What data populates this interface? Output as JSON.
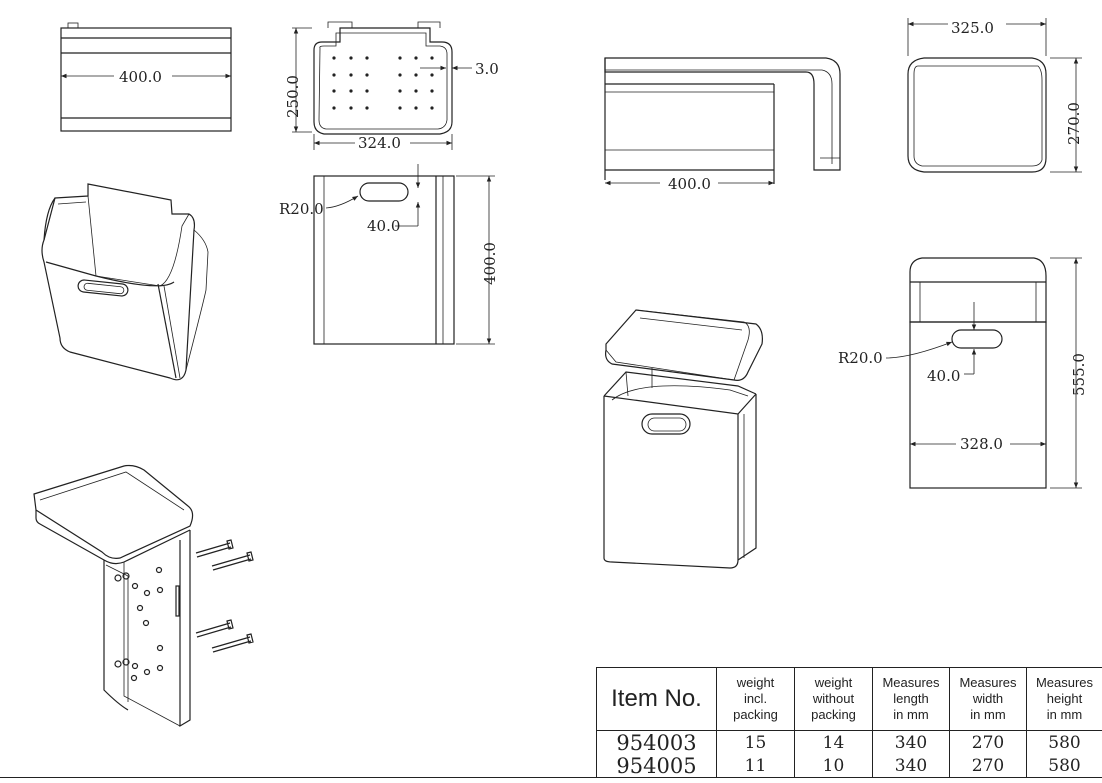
{
  "dimensions": {
    "top_width": "400.0",
    "lid_height": "250.0",
    "lid_width": "324.0",
    "lid_thickness": "3.0",
    "slot_radius_left": "R20.0",
    "slot_width_left": "40.0",
    "bin_height": "400.0",
    "side_length": "400.0",
    "top_depth": "325.0",
    "top_height": "270.0",
    "slot_radius_right": "R20.0",
    "slot_width_right": "40.0",
    "front_width": "328.0",
    "total_height": "555.0"
  },
  "table": {
    "headers": [
      {
        "lines": [
          "Item No."
        ]
      },
      {
        "lines": [
          "weight",
          "incl.",
          "packing"
        ]
      },
      {
        "lines": [
          "weight",
          "without",
          "packing"
        ]
      },
      {
        "lines": [
          "Measures",
          "length",
          "in mm"
        ]
      },
      {
        "lines": [
          "Measures",
          "width",
          "in mm"
        ]
      },
      {
        "lines": [
          "Measures",
          "height",
          "in mm"
        ]
      }
    ],
    "rows": [
      [
        "954003",
        "15",
        "14",
        "340",
        "270",
        "580"
      ],
      [
        "954005",
        "11",
        "10",
        "340",
        "270",
        "580"
      ]
    ]
  }
}
